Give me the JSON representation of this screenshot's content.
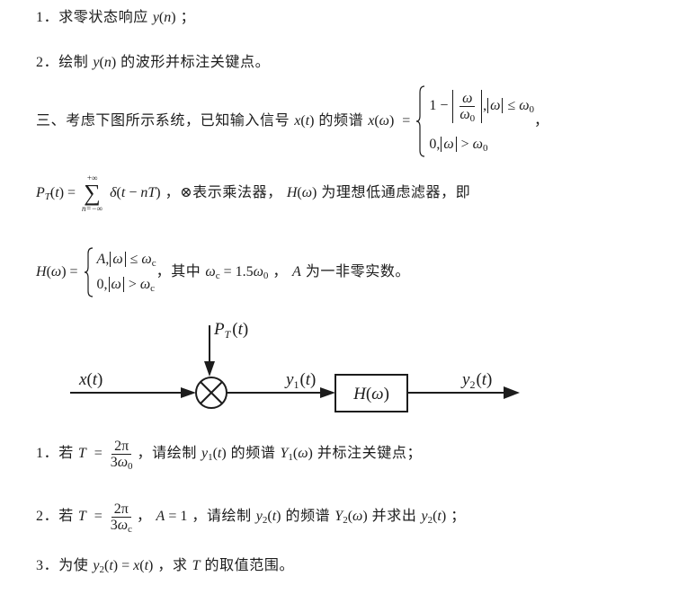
{
  "q1": {
    "num": "1．",
    "text": "求零状态响应",
    "y": "y",
    "lp": "(",
    "n": "n",
    "rp": ")",
    "end": "；"
  },
  "q2": {
    "num": "2．",
    "text": "绘制",
    "y": "y",
    "lp": "(",
    "n": "n",
    "rp": ")",
    "tail": "的波形并标注关键点。"
  },
  "p3": {
    "intro": "三、考虑下图所示系统，已知输入信号",
    "x": {
      "f": "x",
      "lp": "(",
      "t": "t",
      "rp": ")"
    },
    "mid": "的频谱",
    "xw": {
      "f": "x",
      "lp": "(",
      "w": "ω",
      "rp": ")"
    },
    "eq": "=",
    "row1": {
      "one": "1",
      "minus": "−",
      "num": "ω",
      "den": "ω",
      "den_sub": "0",
      "comma": ",",
      "abs": "ω",
      "rel": "≤",
      "w": "ω",
      "sub": "0"
    },
    "row2": {
      "zero": "0",
      "comma": ",",
      "abs": "ω",
      "rel": ">",
      "w": "ω",
      "sub": "0"
    },
    "end": "，"
  },
  "p4": {
    "p": "P",
    "p_sub": "T",
    "lp": "(",
    "t": "t",
    "rp": ")",
    "eq": "=",
    "sum": {
      "upper": "+∞",
      "sigma": "∑",
      "lower": "n=−∞"
    },
    "delta": {
      "d": "δ",
      "lp": "(",
      "t": "t",
      "minus": "−",
      "nt": "nT",
      "rp": ")"
    },
    "mult": "，⊗表示乘法器，",
    "h": {
      "f": "H",
      "lp": "(",
      "w": "ω",
      "rp": ")"
    },
    "tail": "为理想低通虑滤器，即"
  },
  "p5": {
    "h": {
      "f": "H",
      "lp": "(",
      "w": "ω",
      "rp": ")"
    },
    "eq": "=",
    "row1": {
      "a": "A",
      "comma": ",",
      "abs": "ω",
      "rel": "≤",
      "w": "ω",
      "sub": "c"
    },
    "row2": {
      "zero": "0",
      "comma": ",",
      "abs": "ω",
      "rel": ">",
      "w": "ω",
      "sub": "c"
    },
    "mid": "，其中",
    "wc": {
      "w": "ω",
      "sub": "c"
    },
    "eq2": "=",
    "coef": "1.5",
    "w0": {
      "w": "ω",
      "sub": "0"
    },
    "comma": "，",
    "a": "A",
    "tail": "为一非零实数。"
  },
  "diagram": {
    "pt": {
      "p": "P",
      "sub": "T",
      "lp": "(",
      "t": "t",
      "rp": ")"
    },
    "x": {
      "f": "x",
      "lp": "(",
      "t": "t",
      "rp": ")"
    },
    "y1": {
      "f": "y",
      "sub": "1",
      "lp": "(",
      "t": "t",
      "rp": ")"
    },
    "h": {
      "f": "H",
      "lp": "(",
      "w": "ω",
      "rp": ")"
    },
    "y2": {
      "f": "y",
      "sub": "2",
      "lp": "(",
      "t": "t",
      "rp": ")"
    }
  },
  "s1": {
    "num": "1．",
    "if": "若",
    "t": "T",
    "eq": "=",
    "frac": {
      "num": "2π",
      "den_coef": "3",
      "den_w": "ω",
      "den_sub": "0"
    },
    "mid": "，请绘制",
    "y": {
      "f": "y",
      "sub": "1",
      "lp": "(",
      "t": "t",
      "rp": ")"
    },
    "spec": "的频谱",
    "Y": {
      "f": "Y",
      "sub": "1",
      "lp": "(",
      "w": "ω",
      "rp": ")"
    },
    "tail": "并标注关键点；"
  },
  "s2": {
    "num": "2．",
    "if": "若",
    "t": "T",
    "eq": "=",
    "frac": {
      "num": "2π",
      "den_coef": "3",
      "den_w": "ω",
      "den_sub": "c"
    },
    "comma": "，",
    "a": "A",
    "eq2": "=",
    "one": "1",
    "mid": "，请绘制",
    "y": {
      "f": "y",
      "sub": "2",
      "lp": "(",
      "t": "t",
      "rp": ")"
    },
    "spec": "的频谱",
    "Y": {
      "f": "Y",
      "sub": "2",
      "lp": "(",
      "w": "ω",
      "rp": ")"
    },
    "find": "并求出",
    "y_again": {
      "f": "y",
      "sub": "2",
      "lp": "(",
      "t": "t",
      "rp": ")"
    },
    "end": "；"
  },
  "s3": {
    "num": "3．",
    "text": "为使",
    "y": {
      "f": "y",
      "sub": "2",
      "lp": "(",
      "t": "t",
      "rp": ")"
    },
    "eq": "=",
    "x": {
      "f": "x",
      "lp": "(",
      "t": "t",
      "rp": ")"
    },
    "mid": "，求",
    "t": "T",
    "tail": "的取值范围。"
  }
}
